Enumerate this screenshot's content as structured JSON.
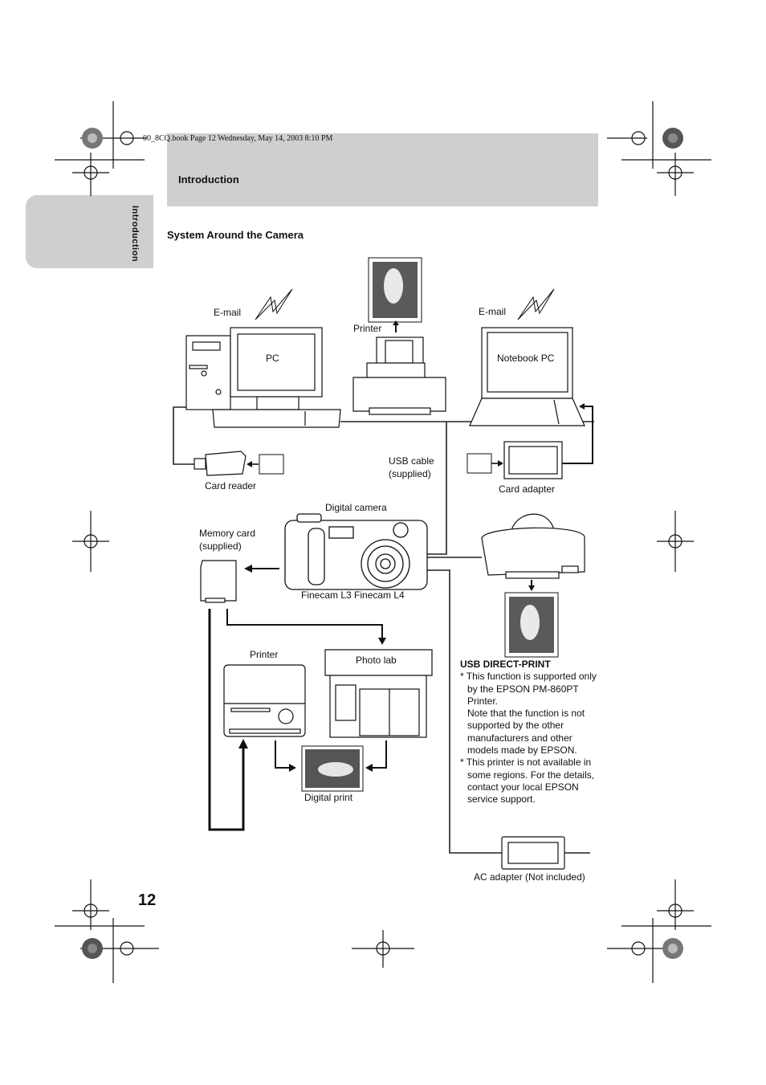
{
  "header": {
    "book_line": "00_8CQ.book  Page 12  Wednesday, May 14, 2003  8:10 PM",
    "section": "Introduction",
    "side_tab": "Introduction"
  },
  "title": "System Around the Camera",
  "labels": {
    "email_left": "E-mail",
    "printer_top": "Printer",
    "email_right": "E-mail",
    "pc": "PC",
    "notebook_pc": "Notebook PC",
    "usb_cable": "USB cable",
    "usb_cable_sub": "(supplied)",
    "card_reader": "Card reader",
    "card_adapter": "Card adapter",
    "digital_camera": "Digital camera",
    "memory_card": "Memory card",
    "memory_card_sub": "(supplied)",
    "camera_models": "Finecam L3 Finecam L4",
    "printer_bottom": "Printer",
    "photo_lab": "Photo lab",
    "digital_print": "Digital print",
    "ac_adapter": "AC adapter (Not included)"
  },
  "usb_note": {
    "heading": "USB DIRECT-PRINT",
    "item1": "* This function is supported only by the EPSON PM-860PT Printer.",
    "item1b": "Note that the function is not supported by the other manufacturers and other models made by EPSON.",
    "item2": "* This printer is not available in some regions. For the details, contact your local EPSON service support."
  },
  "page_number": "12"
}
